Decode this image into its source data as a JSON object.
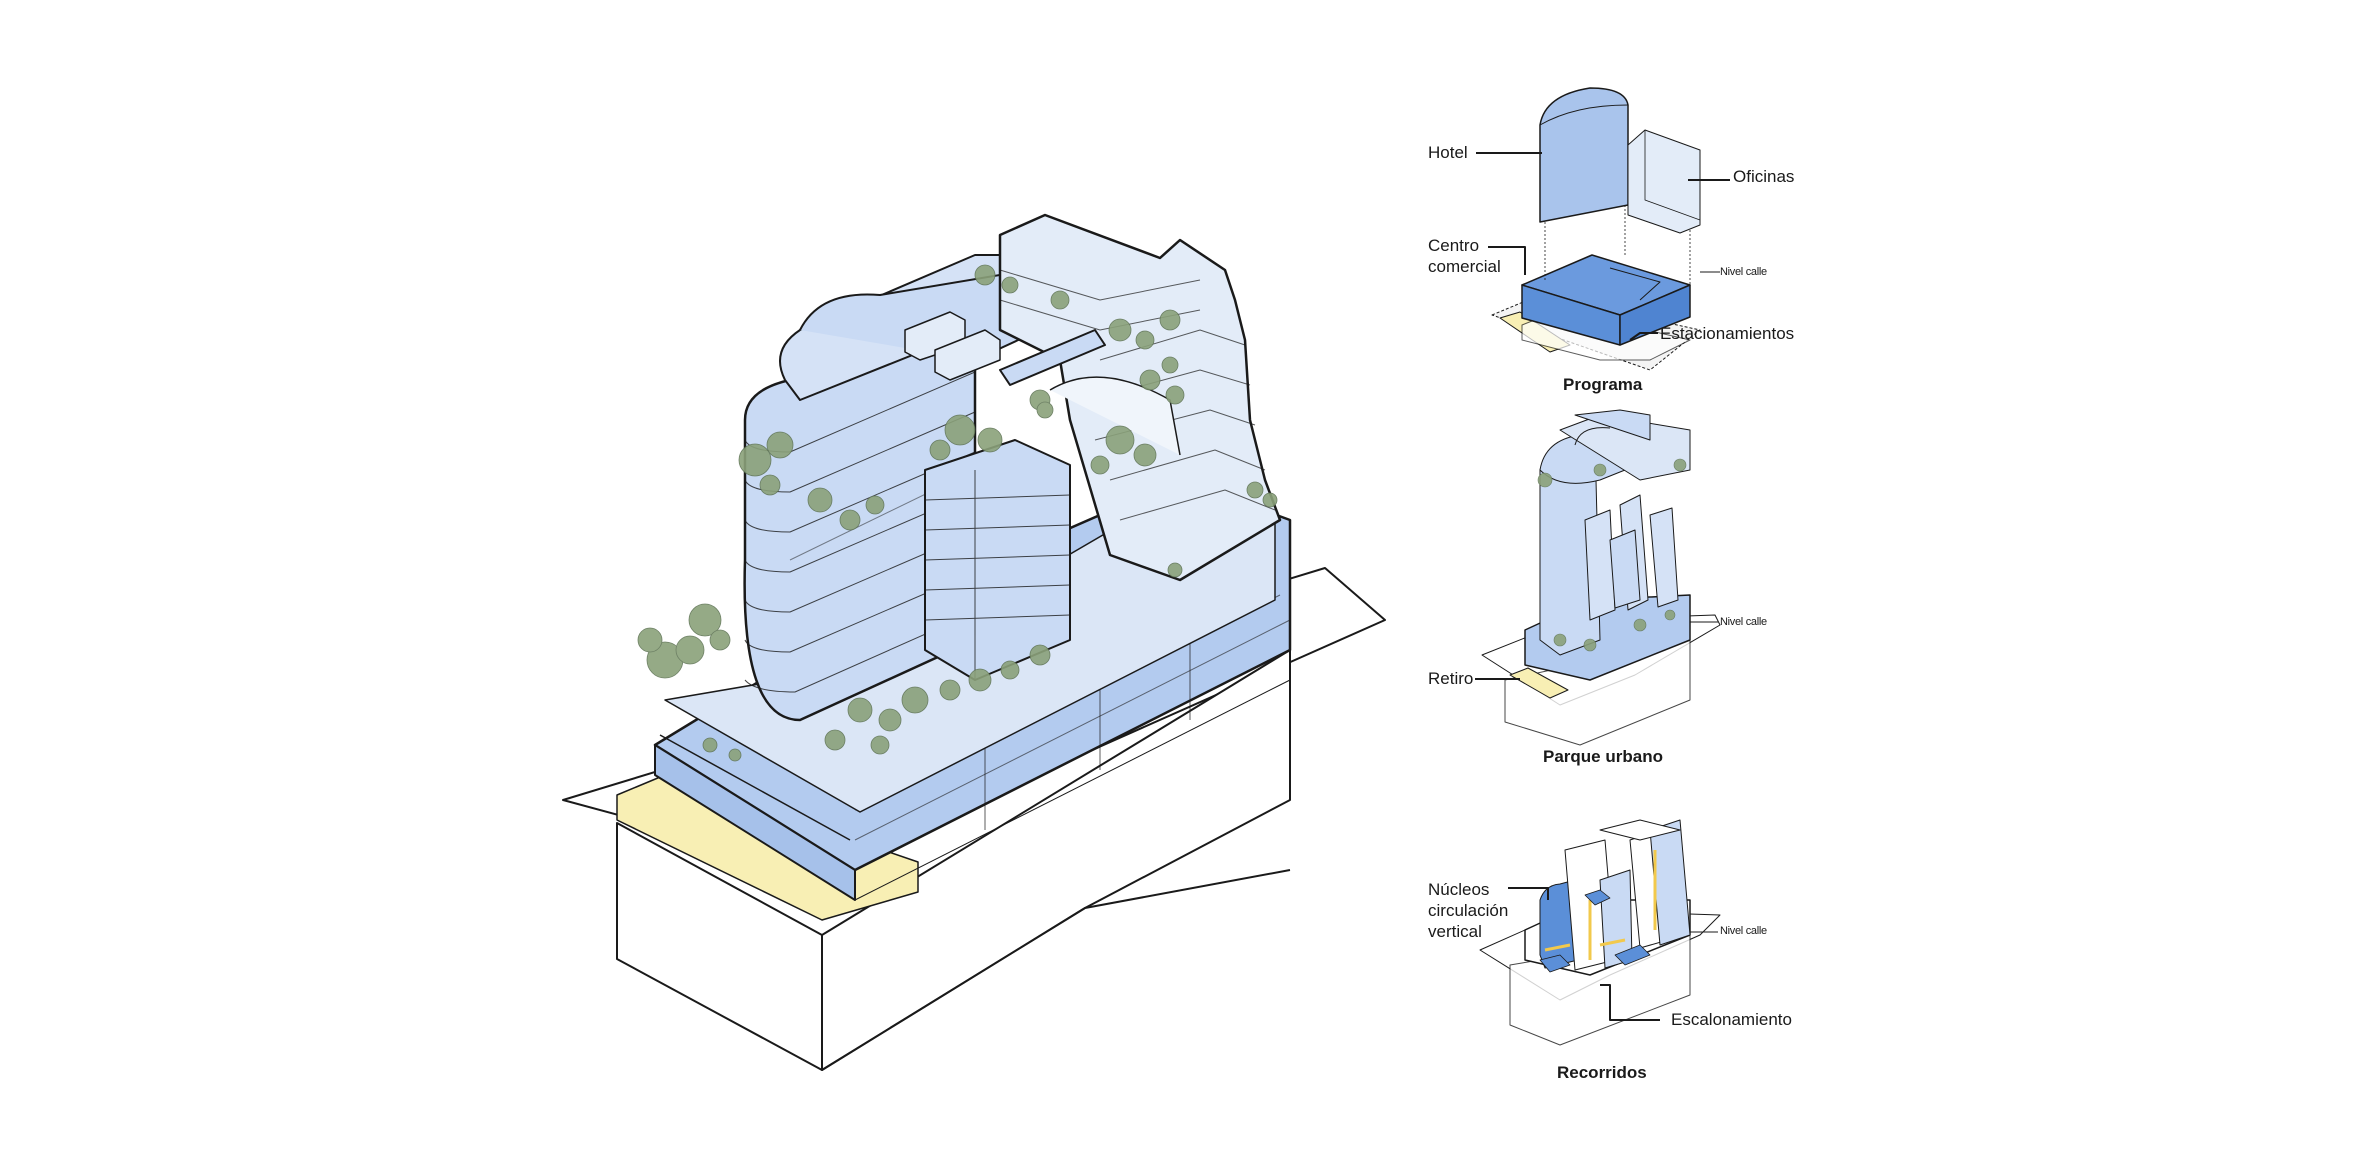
{
  "colors": {
    "facade_blue": "#c9daf4",
    "facade_blue_mid": "#b3cbef",
    "program_blue": "#5b8fd8",
    "light_blue": "#e3ecf8",
    "retiro_yellow": "#f8efb4",
    "vegetation": "#8aa17a",
    "line": "#1a1a1a"
  },
  "diagrams": {
    "programa": {
      "title": "Programa",
      "labels": {
        "hotel": "Hotel",
        "oficinas": "Oficinas",
        "centro_comercial": "Centro\ncomercial",
        "nivel_calle": "Nivel calle",
        "estacionamientos": "Estacionamientos"
      }
    },
    "parque_urbano": {
      "title": "Parque urbano",
      "labels": {
        "nivel_calle": "Nivel calle",
        "retiro": "Retiro"
      }
    },
    "recorridos": {
      "title": "Recorridos",
      "labels": {
        "nucleos": "Núcleos\ncirculación\nvertical",
        "nivel_calle": "Nivel calle",
        "escalonamiento": "Escalonamiento"
      }
    }
  }
}
